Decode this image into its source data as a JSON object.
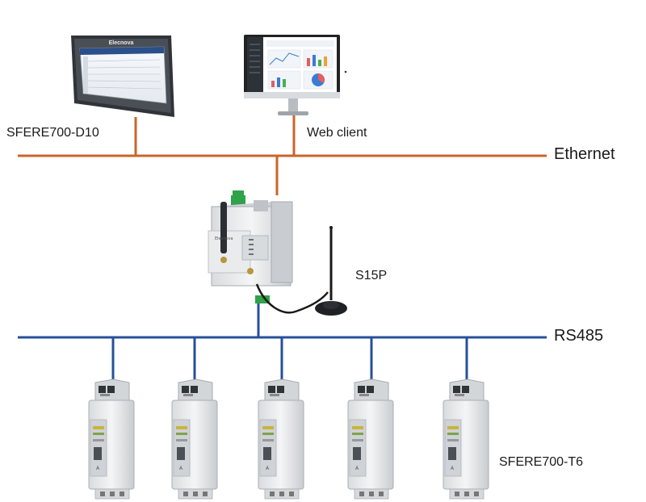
{
  "labels": {
    "hmi": "SFERE700-D10",
    "web": "Web client",
    "ethernet": "Ethernet",
    "gateway": "S15P",
    "rs485": "RS485",
    "meters": "SFERE700-T6"
  },
  "devices": {
    "hmi_brand": "Elecnova",
    "meter_count": 5
  },
  "colors": {
    "ethernet_bus": "#c9662a",
    "rs485_bus": "#27509b",
    "device_shell": "#e7e9ea",
    "screen_frame": "#3b3f45",
    "terminal_green": "#2fa24a"
  }
}
